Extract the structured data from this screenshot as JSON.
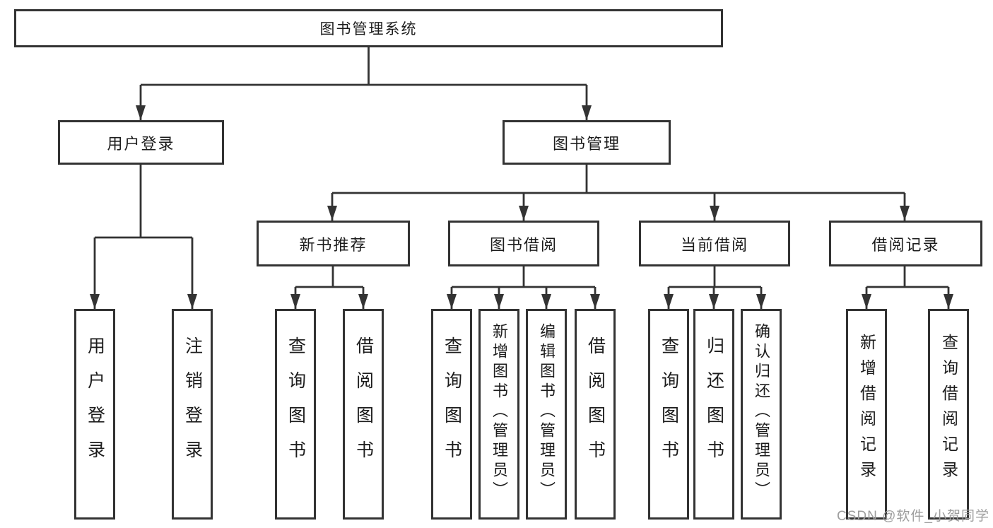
{
  "colors": {
    "line": "#333333",
    "box_border": "#333333",
    "text": "#1c1c1c",
    "watermark": "#9d9d9d",
    "background": "#ffffff"
  },
  "nodes": {
    "root": {
      "label": "图书管理系统"
    },
    "user_login": {
      "label": "用户登录"
    },
    "book_management": {
      "label": "图书管理"
    },
    "new_book_recommend": {
      "label": "新书推荐"
    },
    "book_borrowing": {
      "label": "图书借阅"
    },
    "current_borrowing": {
      "label": "当前借阅"
    },
    "borrowing_records": {
      "label": "借阅记录"
    }
  },
  "leaves": [
    {
      "label": "用户登录"
    },
    {
      "label": "注销登录"
    },
    {
      "label": "查询图书"
    },
    {
      "label": "借阅图书"
    },
    {
      "label": "查询图书"
    },
    {
      "label": "新增图书（管理员）"
    },
    {
      "label": "编辑图书（管理员）"
    },
    {
      "label": "借阅图书"
    },
    {
      "label": "查询图书"
    },
    {
      "label": "归还图书"
    },
    {
      "label": "确认归还（管理员）"
    },
    {
      "label": "新增借阅记录"
    },
    {
      "label": "查询借阅记录"
    }
  ],
  "watermark": {
    "text": "CSDN @软件_小贺同学"
  }
}
